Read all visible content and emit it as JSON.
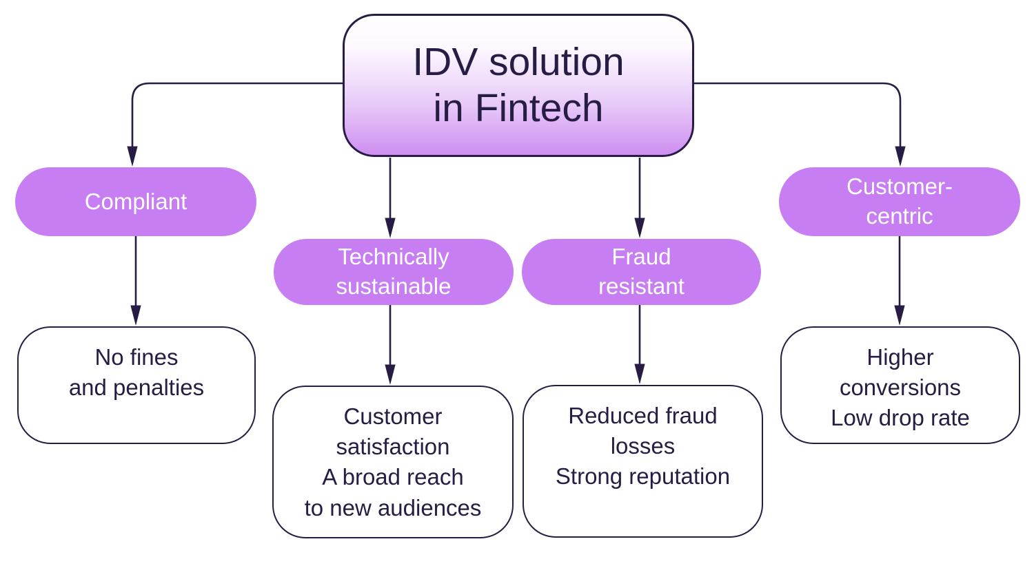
{
  "root": {
    "label": [
      "IDV solution",
      "in Fintech"
    ]
  },
  "branches": [
    {
      "id": "compliant",
      "pill": [
        "Compliant"
      ],
      "outcome": [
        "No fines",
        "and penalties"
      ]
    },
    {
      "id": "technically-sustainable",
      "pill": [
        "Technically",
        "sustainable"
      ],
      "outcome": [
        "Customer",
        "satisfaction",
        "A broad reach",
        "to new audiences"
      ]
    },
    {
      "id": "fraud-resistant",
      "pill": [
        "Fraud",
        "resistant"
      ],
      "outcome": [
        "Reduced fraud",
        "losses",
        "Strong reputation"
      ]
    },
    {
      "id": "customer-centric",
      "pill": [
        "Customer-",
        "centric"
      ],
      "outcome": [
        "Higher",
        "conversions",
        "Low drop rate"
      ]
    }
  ],
  "colors": {
    "pill_purple": "#c77ef2",
    "gradient_top": "#fffefe",
    "gradient_bottom": "#cd8ef1",
    "ink": "#271c44",
    "background": "#ffffff"
  }
}
